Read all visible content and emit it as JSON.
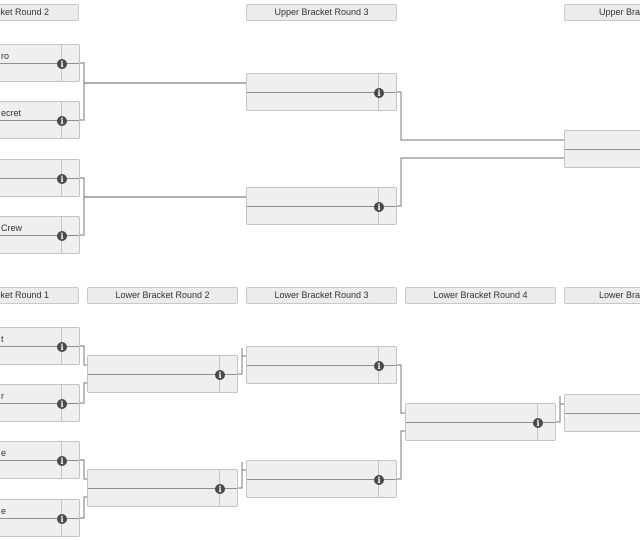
{
  "headers": {
    "upper_r2": "cket Round 2",
    "upper_r3": "Upper Bracket Round 3",
    "upper_r4": "Upper Brac",
    "lower_r1": "cket Round 1",
    "lower_r2": "Lower Bracket Round 2",
    "lower_r3": "Lower Bracket Round 3",
    "lower_r4": "Lower Bracket Round 4",
    "lower_r5": "Lower Bra"
  },
  "teams": {
    "u2m1_top": "ro",
    "u2m2_top": "ecret",
    "u2m3_top": "",
    "u2m4_top": "Crew",
    "l1m1_top": "t",
    "l1m2_top": "r",
    "l1m3_top": "e",
    "l1m4_top": "e"
  },
  "info_glyph": "i"
}
